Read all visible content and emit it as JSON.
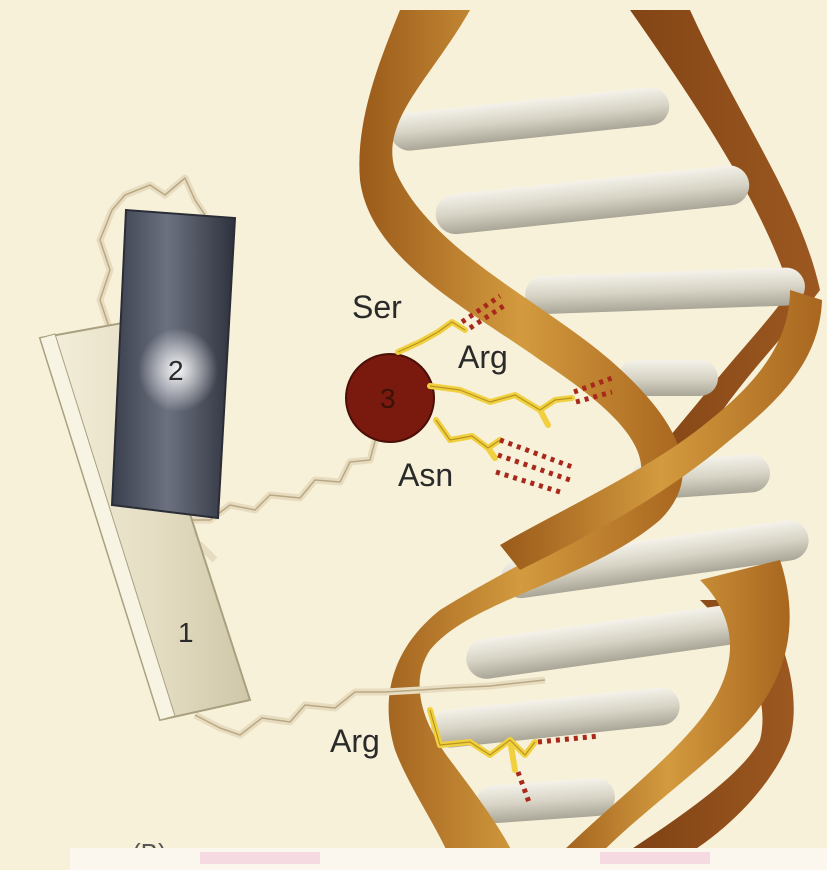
{
  "figure": {
    "helices": [
      {
        "id": "helix-1",
        "label": "1"
      },
      {
        "id": "helix-2",
        "label": "2"
      },
      {
        "id": "helix-3",
        "label": "3"
      }
    ],
    "residue_labels": {
      "ser": "Ser",
      "arg_top": "Arg",
      "asn": "Asn",
      "arg_bottom": "Arg"
    },
    "panel_letter": "(B)"
  },
  "colors": {
    "background": "#f7f1d9",
    "backbone_strand": "#c98a2e",
    "base_pair": "#e3e0d6",
    "helix_2": "#4a4f5e",
    "helix_1": "#ece5cc",
    "helix_3": "#7a1a0e",
    "side_chain": "#f1d040",
    "hydrogen_bond": "#a8281c"
  }
}
